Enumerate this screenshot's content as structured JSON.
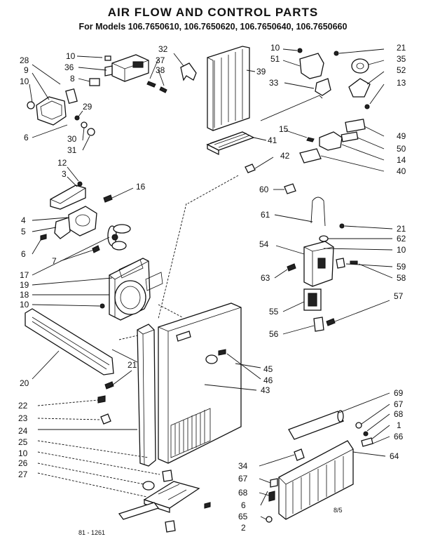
{
  "header": {
    "title": "AIR FLOW AND CONTROL PARTS",
    "subtitle": "For Models 106.7650610, 106.7650620, 106.7650640, 106.7650660"
  },
  "callouts": {
    "c28": "28",
    "c9": "9",
    "c10a": "10",
    "c6a": "6",
    "c10b": "10",
    "c36": "36",
    "c8": "8",
    "c32": "32",
    "c37": "37",
    "c38": "38",
    "c29": "29",
    "c30": "30",
    "c31": "31",
    "c10c": "10",
    "c51": "51",
    "c39": "39",
    "c33": "33",
    "c21a": "21",
    "c35": "35",
    "c52": "52",
    "c13": "13",
    "c15": "15",
    "c41": "41",
    "c42": "42",
    "c49": "49",
    "c50": "50",
    "c14": "14",
    "c40": "40",
    "c12": "12",
    "c3": "3",
    "c16": "16",
    "c4": "4",
    "c5": "5",
    "c6b": "6",
    "c7": "7",
    "c17": "17",
    "c19": "19",
    "c18": "18",
    "c10d": "10",
    "c60": "60",
    "c61": "61",
    "c21b": "21",
    "c62": "62",
    "c54": "54",
    "c10e": "10",
    "c63": "63",
    "c59": "59",
    "c58": "58",
    "c57": "57",
    "c55": "55",
    "c56": "56",
    "c20": "20",
    "c21c": "21",
    "c45": "45",
    "c46": "46",
    "c43": "43",
    "c22": "22",
    "c23": "23",
    "c24": "24",
    "c25": "25",
    "c10f": "10",
    "c26": "26",
    "c27": "27",
    "c69": "69",
    "c67a": "67",
    "c68a": "68",
    "c1": "1",
    "c66": "66",
    "c64": "64",
    "c34": "34",
    "c67b": "67",
    "c68b": "68",
    "c6c": "6",
    "c65": "65",
    "c2": "2"
  },
  "footer": {
    "code_left": "81 - 1261",
    "code_right": "8/5"
  }
}
